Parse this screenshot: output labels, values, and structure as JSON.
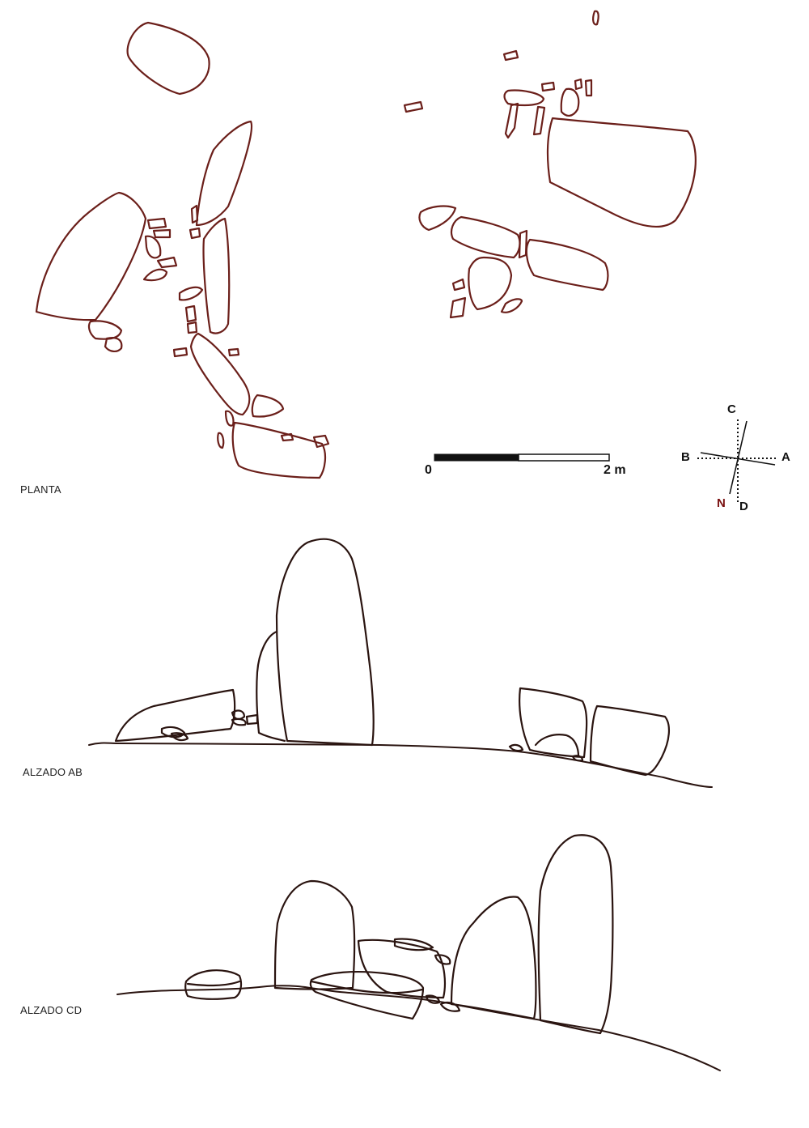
{
  "sections": {
    "plan": "PLANTA",
    "elevation_ab": "ALZADO AB",
    "elevation_cd": "ALZADO CD"
  },
  "scale_bar": {
    "start": "0",
    "end": "2 m"
  },
  "compass": {
    "c": "C",
    "b": "B",
    "a": "A",
    "north": "N",
    "d": "D"
  },
  "colors": {
    "stone_outline": "#6b1f1a",
    "ground_line": "#2a1410",
    "north_marker": "#7a1010"
  }
}
